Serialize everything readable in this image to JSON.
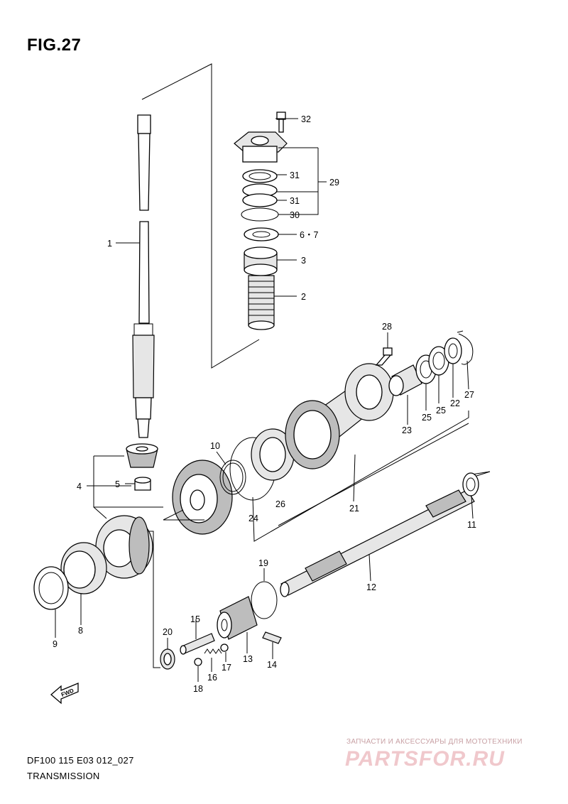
{
  "header": {
    "figure_title": "FIG.27"
  },
  "footer": {
    "model_code": "DF100 115 E03 012_027",
    "section": "TRANSMISSION"
  },
  "watermark": {
    "tagline": "ЗАПЧАСТИ И АКСЕССУАРЫ ДЛЯ МОТОТЕХНИКИ",
    "brand": "PARTSFOR.RU"
  },
  "fwd_arrow": {
    "label": "FWD"
  },
  "callouts": {
    "p1": "1",
    "p2": "2",
    "p3": "3",
    "p4": "4",
    "p5": "5",
    "p67": "6・7",
    "p8": "8",
    "p9": "9",
    "p10": "10",
    "p11": "11",
    "p12": "12",
    "p13": "13",
    "p14": "14",
    "p15": "15",
    "p16": "16",
    "p17": "17",
    "p18": "18",
    "p19": "19",
    "p20": "20",
    "p21": "21",
    "p22": "22",
    "p23": "23",
    "p24": "24",
    "p25a": "25",
    "p25b": "25",
    "p26": "26",
    "p27": "27",
    "p28": "28",
    "p29": "29",
    "p30": "30",
    "p31a": "31",
    "p31b": "31",
    "p32": "32"
  },
  "colors": {
    "ink": "#000000",
    "paper": "#ffffff",
    "watermark": "#f0c8cc"
  }
}
